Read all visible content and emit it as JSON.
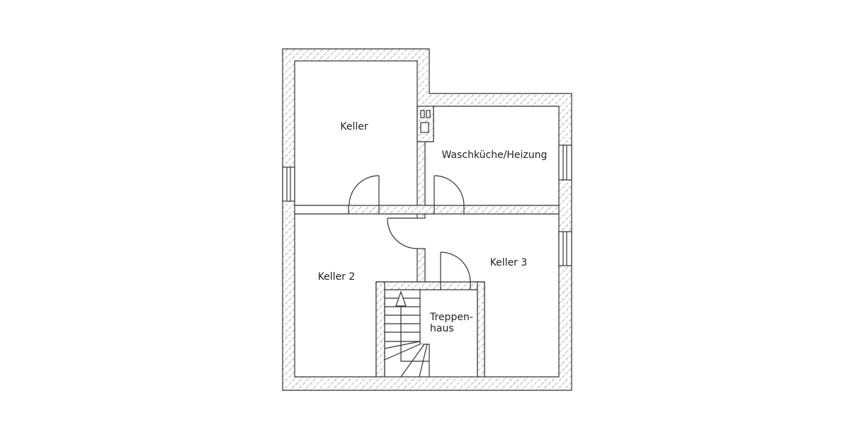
{
  "plan": {
    "rooms": [
      {
        "id": "keller",
        "label": "Keller"
      },
      {
        "id": "waschkueche",
        "label": "Waschküche/Heizung"
      },
      {
        "id": "keller2",
        "label": "Keller 2"
      },
      {
        "id": "keller3",
        "label": "Keller 3"
      },
      {
        "id": "treppenhaus",
        "label_line1": "Treppen-",
        "label_line2": "haus"
      }
    ],
    "colors": {
      "line": "#333333",
      "background": "#ffffff"
    }
  }
}
